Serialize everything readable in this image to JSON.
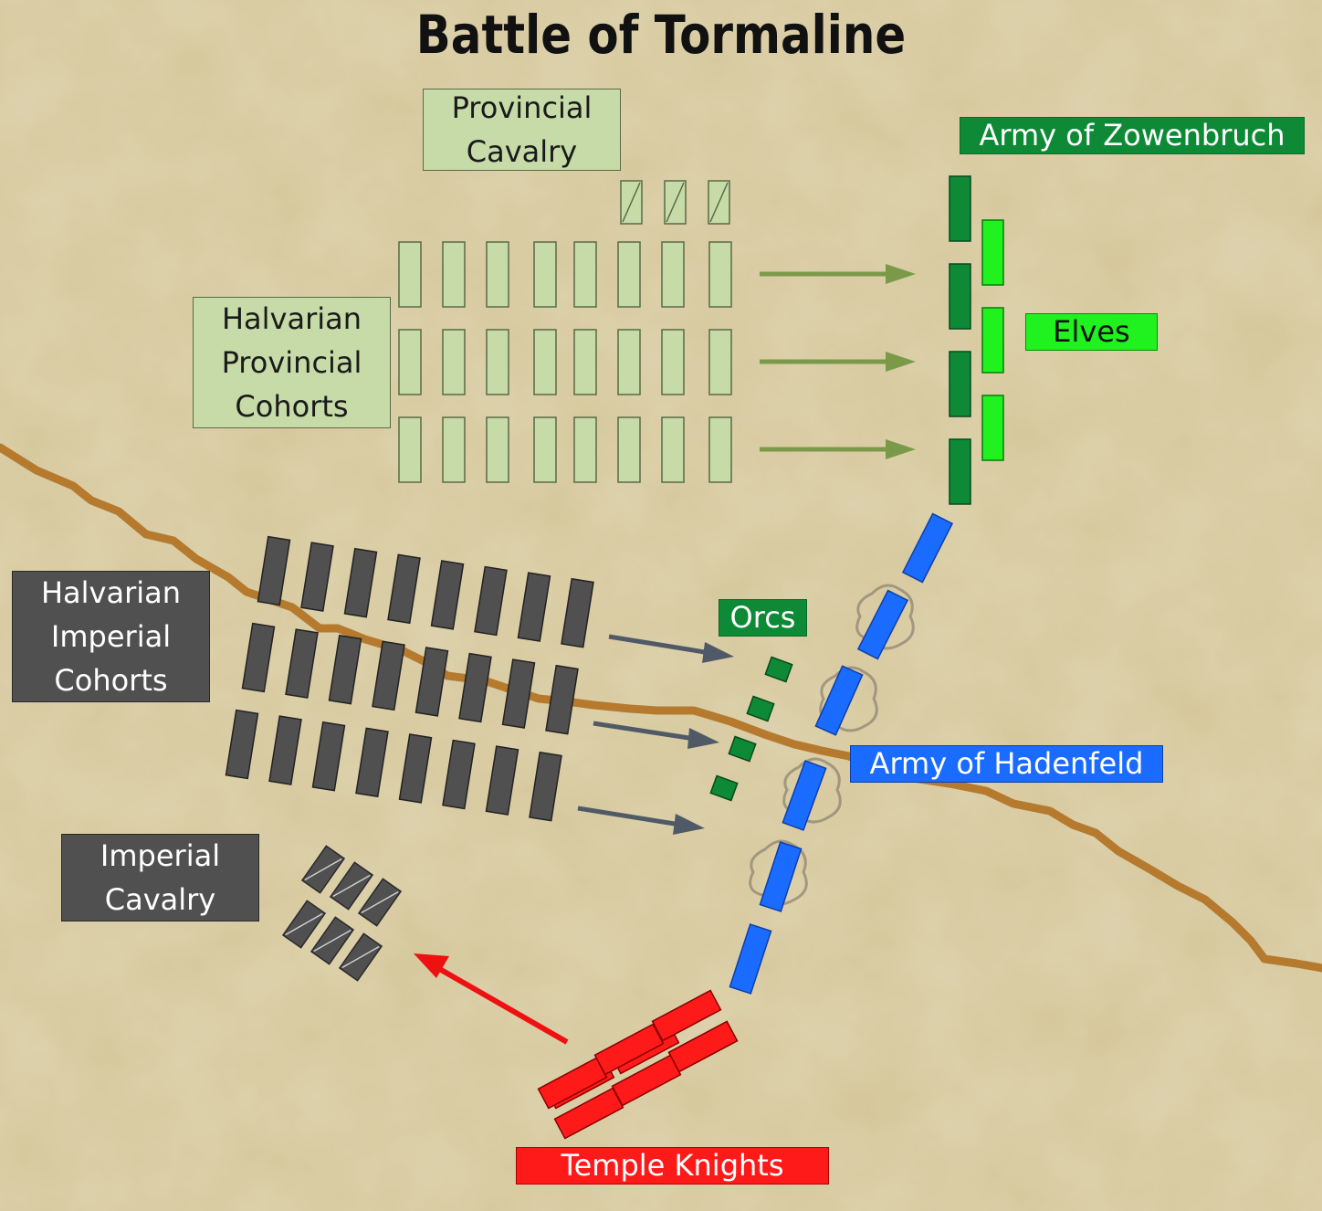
{
  "title": "Battle of Tormaline",
  "labels": {
    "provincial_cavalry": [
      "Provincial",
      "Cavalry"
    ],
    "provincial_cohorts": [
      "Halvarian",
      "Provincial",
      "Cohorts"
    ],
    "imperial_cohorts": [
      "Halvarian",
      "Imperial",
      "Cohorts"
    ],
    "imperial_cavalry": [
      "Imperial",
      "Cavalry"
    ],
    "zowenbruch": "Army of Zowenbruch",
    "elves": "Elves",
    "orcs": "Orcs",
    "hadenfeld": "Army of Hadenfeld",
    "temple_knights": "Temple Knights"
  },
  "colors": {
    "background": "#d8c99c",
    "river": "#b57a2e",
    "provincial": "#c6dba8",
    "imperial": "#505050",
    "zowenbruch": "#0e8a36",
    "elves": "#1ff21f",
    "hadenfeld": "#1a6bff",
    "temple_knights": "#ff1a1a",
    "provincial_arrow": "#7a9a4a",
    "imperial_arrow": "#505a66",
    "knight_arrow": "#ee1111"
  }
}
